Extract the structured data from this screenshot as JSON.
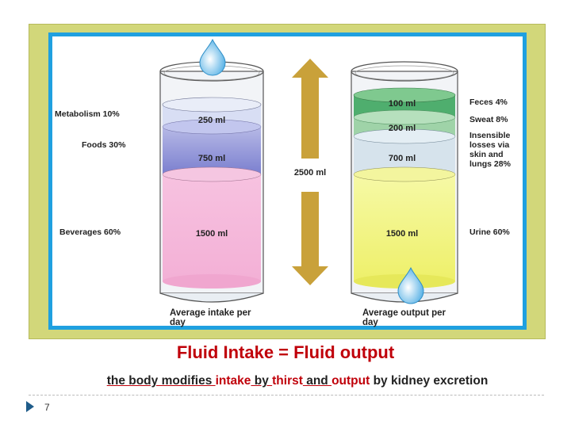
{
  "diagram": {
    "left_labels": {
      "metabolism": "Metabolism 10%",
      "foods": "Foods 30%",
      "beverages": "Beverages 60%"
    },
    "left_layers": {
      "l250": "250 ml",
      "l750": "750 ml",
      "l1500": "1500 ml"
    },
    "right_layers": {
      "r100": "100 ml",
      "r200": "200 ml",
      "r700": "700 ml",
      "r1500": "1500 ml"
    },
    "right_labels": {
      "feces": "Feces 4%",
      "sweat": "Sweat 8%",
      "insensible": "Insensible losses via skin and lungs 28%",
      "urine": "Urine 60%"
    },
    "center_total": "2500 ml",
    "left_caption": "Average intake per day",
    "right_caption": "Average output per day"
  },
  "slide": {
    "title": "Fluid Intake = Fluid output",
    "subtitle_parts": [
      "the body modifies ",
      "intake",
      " by ",
      "thirst",
      " and ",
      "output",
      " by kidney excretion"
    ],
    "page_number": "7"
  },
  "colors": {
    "frame": "#d2d77a",
    "panel_border": "#1fa0e0",
    "title": "#c0000a",
    "arrow": "#c9a13a"
  }
}
